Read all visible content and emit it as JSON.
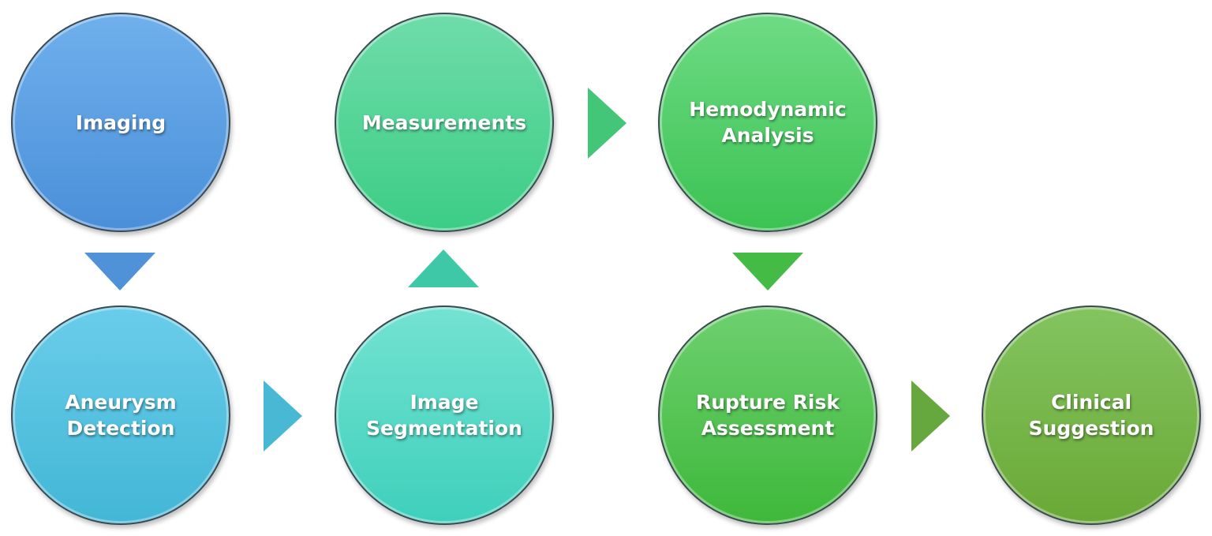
{
  "nodes": {
    "imaging": "Imaging",
    "aneurysm_detection": "Aneurysm\nDetection",
    "image_segmentation": "Image\nSegmentation",
    "measurements": "Measurements",
    "hemodynamic_analysis": "Hemodynamic\nAnalysis",
    "rupture_risk_assessment": "Rupture Risk\nAssessment",
    "clinical_suggestion": "Clinical\nSuggestion"
  },
  "colors": {
    "imaging": "#5a9fe2",
    "aneurysm_detection": "#55c2df",
    "image_segmentation": "#56d9c6",
    "measurements": "#55d497",
    "hemodynamic_analysis": "#55cf6b",
    "rupture_risk_assessment": "#55c453",
    "clinical_suggestion": "#77b64a"
  },
  "arrows": [
    "down",
    "right",
    "up",
    "right",
    "down",
    "right"
  ]
}
